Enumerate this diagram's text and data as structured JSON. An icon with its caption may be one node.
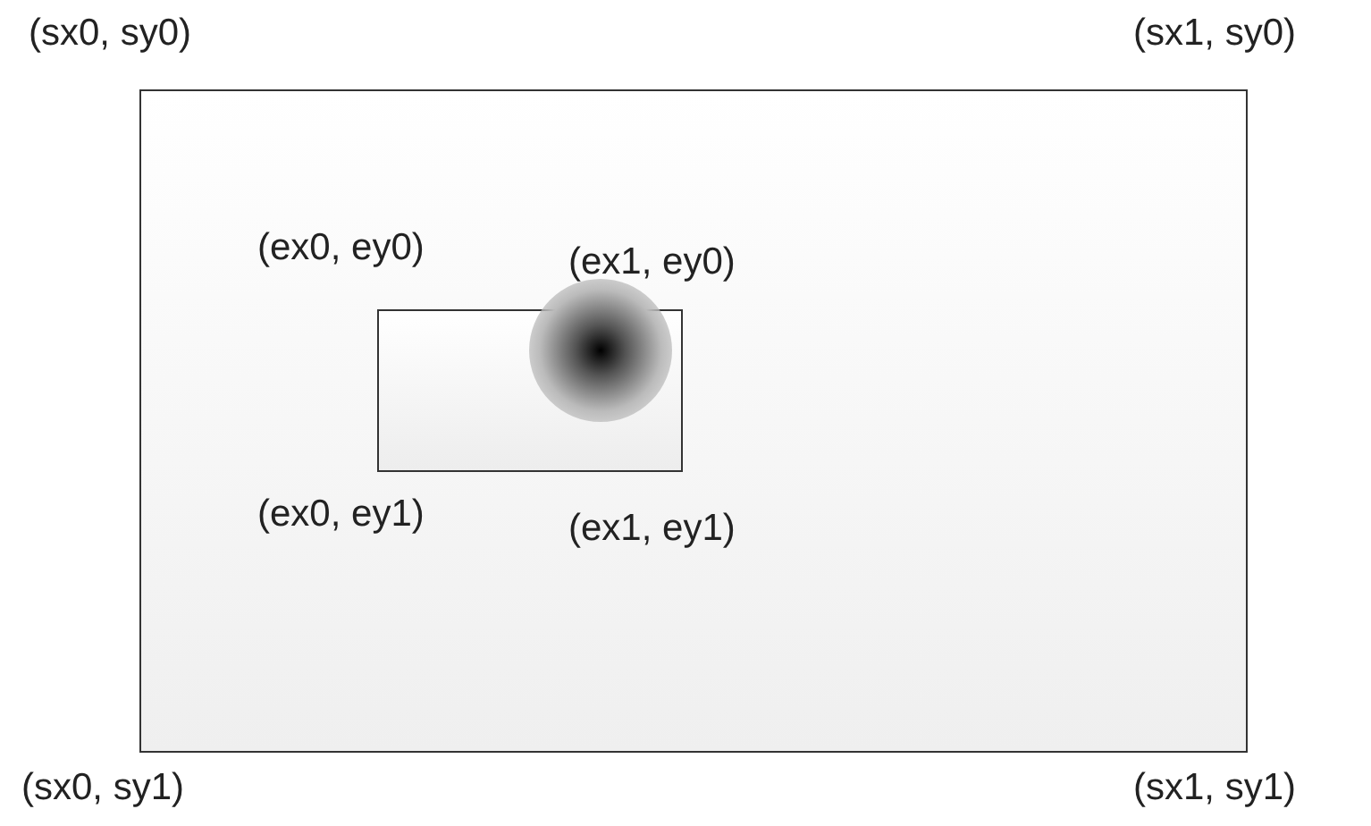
{
  "diagram": {
    "nodes": [
      {
        "text": [],
        "shape": "box"
      },
      {
        "text": [],
        "shape": "box",
        "in": 0
      },
      {
        "text": [],
        "shape": "circle",
        "in": 0
      }
    ],
    "labels": [
      "(sx0, sy0)",
      "(sx1, sy0)",
      "(ex0, ey0)",
      "(ex1, ey0)",
      "(ex0, ey1)",
      "(ex1, ey1)",
      "(sx0, sy1)",
      "(sx1, sy1)"
    ]
  }
}
